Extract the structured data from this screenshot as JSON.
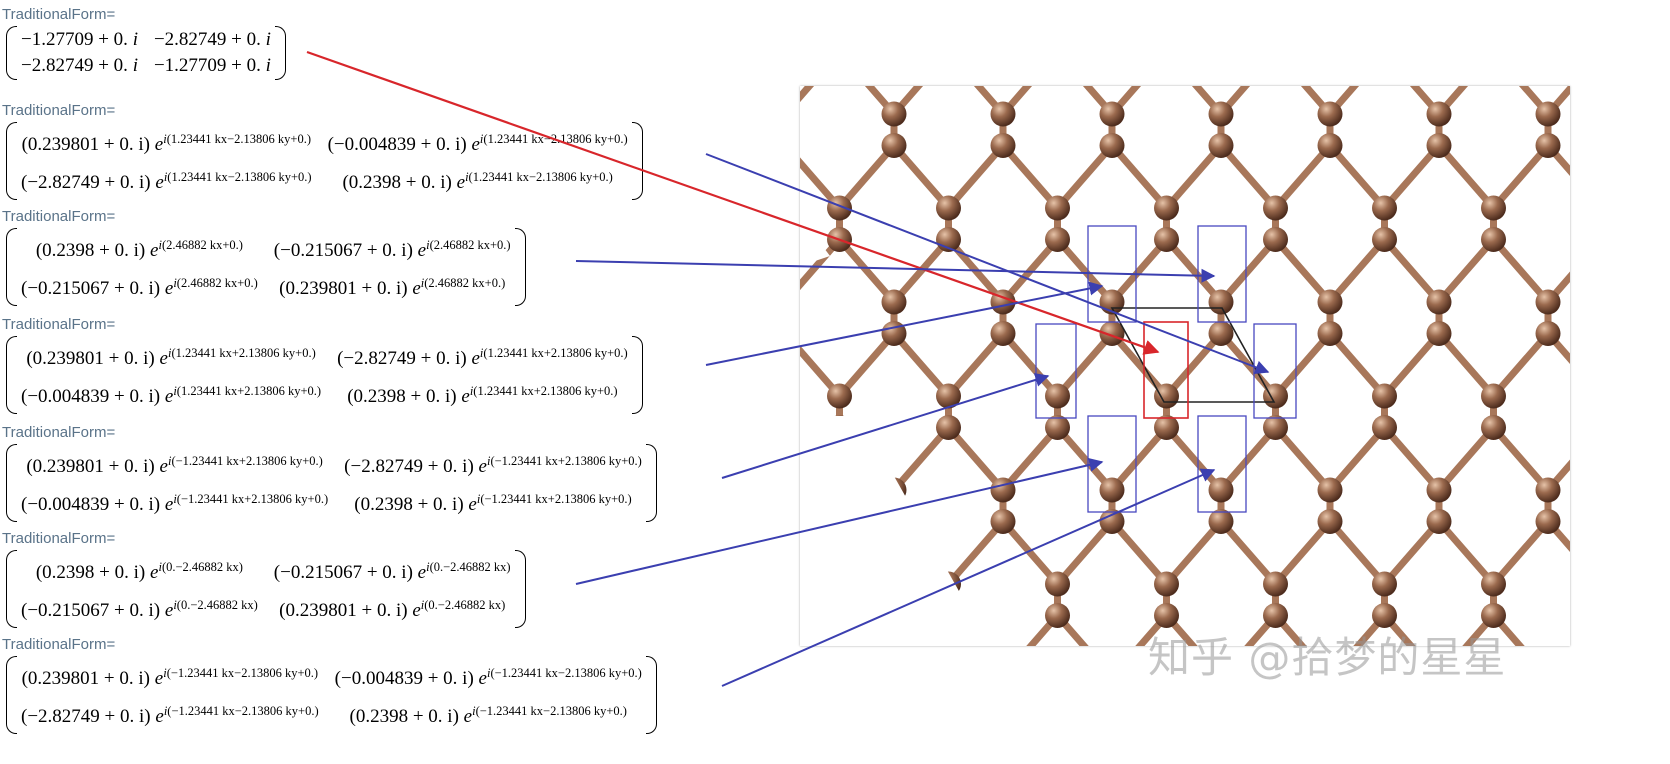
{
  "label": "TraditionalForm=",
  "matrices": [
    {
      "plain": true,
      "rows": [
        [
          {
            "coef": "−1.27709 + 0. ",
            "i": "i"
          },
          {
            "coef": "−2.82749 + 0. ",
            "i": "i"
          }
        ],
        [
          {
            "coef": "−2.82749 + 0. ",
            "i": "i"
          },
          {
            "coef": "−1.27709 + 0. ",
            "i": "i"
          }
        ]
      ]
    },
    {
      "rows": [
        [
          {
            "coef": "(0.239801 + 0. i)",
            "exp": "(1.23441 kx−2.13806 ky+0.)"
          },
          {
            "coef": "(−0.004839 + 0. i)",
            "exp": "(1.23441 kx−2.13806 ky+0.)"
          }
        ],
        [
          {
            "coef": "(−2.82749 + 0. i)",
            "exp": "(1.23441 kx−2.13806 ky+0.)"
          },
          {
            "coef": "(0.2398 + 0. i)",
            "exp": "(1.23441 kx−2.13806 ky+0.)"
          }
        ]
      ]
    },
    {
      "rows": [
        [
          {
            "coef": "(0.2398 + 0. i)",
            "exp": "(2.46882 kx+0.)"
          },
          {
            "coef": "(−0.215067 + 0. i)",
            "exp": "(2.46882 kx+0.)"
          }
        ],
        [
          {
            "coef": "(−0.215067 + 0. i)",
            "exp": "(2.46882 kx+0.)"
          },
          {
            "coef": "(0.239801 + 0. i)",
            "exp": "(2.46882 kx+0.)"
          }
        ]
      ]
    },
    {
      "rows": [
        [
          {
            "coef": "(0.239801 + 0. i)",
            "exp": "(1.23441 kx+2.13806 ky+0.)"
          },
          {
            "coef": "(−2.82749 + 0. i)",
            "exp": "(1.23441 kx+2.13806 ky+0.)"
          }
        ],
        [
          {
            "coef": "(−0.004839 + 0. i)",
            "exp": "(1.23441 kx+2.13806 ky+0.)"
          },
          {
            "coef": "(0.2398 + 0. i)",
            "exp": "(1.23441 kx+2.13806 ky+0.)"
          }
        ]
      ]
    },
    {
      "rows": [
        [
          {
            "coef": "(0.239801 + 0. i)",
            "exp": "(−1.23441 kx+2.13806 ky+0.)"
          },
          {
            "coef": "(−2.82749 + 0. i)",
            "exp": "(−1.23441 kx+2.13806 ky+0.)"
          }
        ],
        [
          {
            "coef": "(−0.004839 + 0. i)",
            "exp": "(−1.23441 kx+2.13806 ky+0.)"
          },
          {
            "coef": "(0.2398 + 0. i)",
            "exp": "(−1.23441 kx+2.13806 ky+0.)"
          }
        ]
      ]
    },
    {
      "rows": [
        [
          {
            "coef": "(0.2398 + 0. i)",
            "exp": "(0.−2.46882 kx)"
          },
          {
            "coef": "(−0.215067 + 0. i)",
            "exp": "(0.−2.46882 kx)"
          }
        ],
        [
          {
            "coef": "(−0.215067 + 0. i)",
            "exp": "(0.−2.46882 kx)"
          },
          {
            "coef": "(0.239801 + 0. i)",
            "exp": "(0.−2.46882 kx)"
          }
        ]
      ]
    },
    {
      "rows": [
        [
          {
            "coef": "(0.239801 + 0. i)",
            "exp": "(−1.23441 kx−2.13806 ky+0.)"
          },
          {
            "coef": "(−0.004839 + 0. i)",
            "exp": "(−1.23441 kx−2.13806 ky+0.)"
          }
        ],
        [
          {
            "coef": "(−2.82749 + 0. i)",
            "exp": "(−1.23441 kx−2.13806 ky+0.)"
          },
          {
            "coef": "(0.2398 + 0. i)",
            "exp": "(−1.23441 kx−2.13806 ky+0.)"
          }
        ]
      ]
    }
  ],
  "watermark": "知乎 @拾梦的星星",
  "colors": {
    "label": "#5a7389",
    "atom": "#9b6a4e",
    "bond": "#a8775a",
    "arrow_red": "#d8262b",
    "arrow_blue": "#3b3fb0",
    "box_blue": "#4848c0",
    "box_red": "#d8262b",
    "cell_black": "#222222"
  }
}
